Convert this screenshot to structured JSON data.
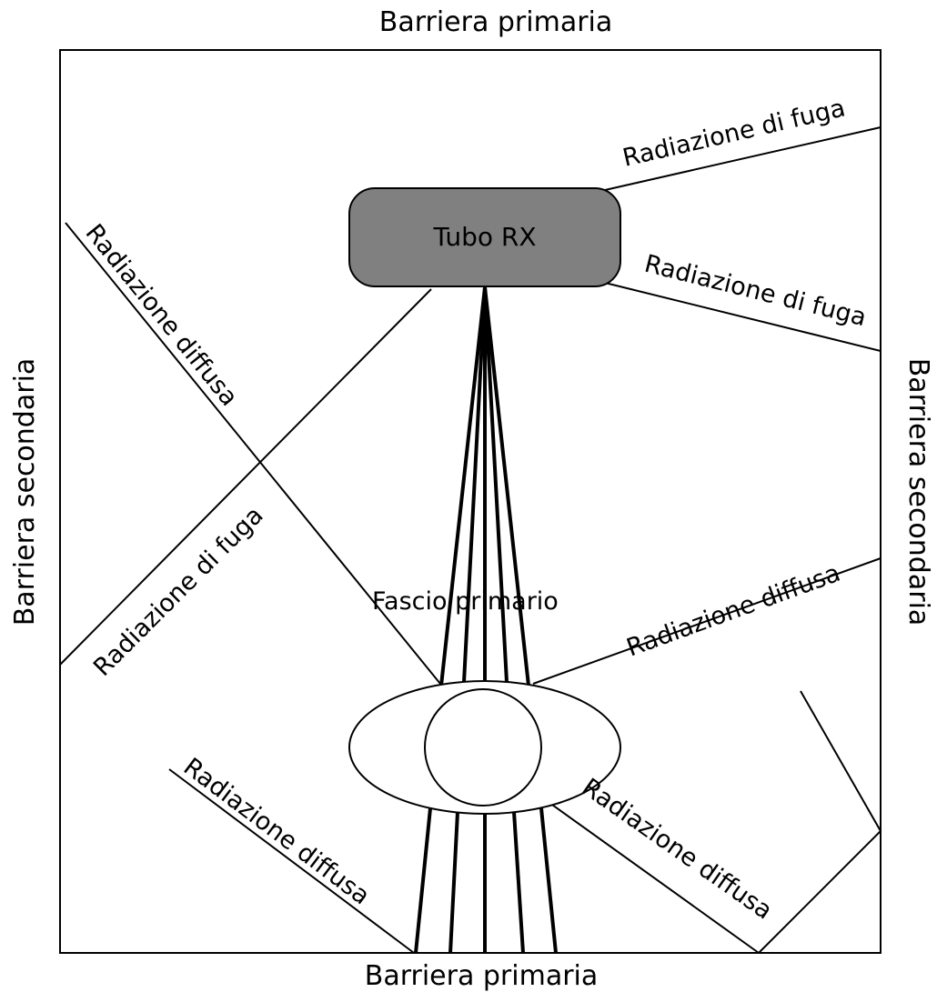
{
  "barriers": {
    "top": "Barriera primaria",
    "bottom": "Barriera primaria",
    "left": "Barriera secondaria",
    "right": "Barriera secondaria"
  },
  "tube": {
    "label": "Tubo RX",
    "fill": "#808080"
  },
  "labels": {
    "leakage_upper_right": "Radiazione di fuga",
    "leakage_mid_right": "Radiazione di fuga",
    "leakage_left": "Radiazione di fuga",
    "scatter_upper_left": "Radiazione diffusa",
    "scatter_mid_right": "Radiazione diffusa",
    "scatter_lower_left": "Radiazione diffusa",
    "scatter_lower_right": "Radiazione diffusa",
    "primary_beam": "Fascio primario"
  }
}
